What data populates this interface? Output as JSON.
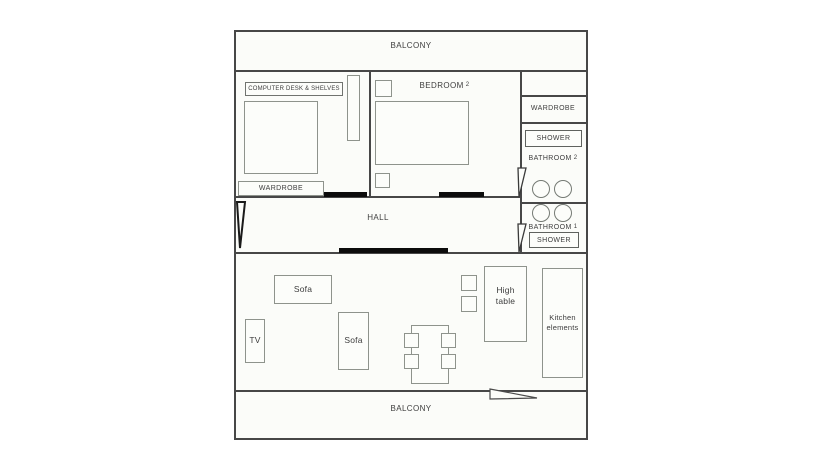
{
  "plan_title": "apartment floor plan",
  "colors": {
    "wall": "#474747",
    "furniture_outline": "#8e938c",
    "door_opening": "#0c0c0c",
    "text": "#3d3d3d",
    "background": "#fbfcf9"
  },
  "rooms": {
    "balcony_top": {
      "label": "BALCONY"
    },
    "balcony_bottom": {
      "label": "BALCONY"
    },
    "hall": {
      "label": "HALL"
    },
    "bedroom2": {
      "label": "BEDROOM",
      "number": "2"
    },
    "bathroom2": {
      "label": "BATHROOM",
      "number": "2"
    },
    "bathroom1": {
      "label": "BATHROOM",
      "number": "1"
    }
  },
  "fixtures": {
    "computer_desk": {
      "label": "COMPUTER DESK & SHELVES"
    },
    "wardrobe_bedroom1": {
      "label": "WARDROBE"
    },
    "wardrobe_hall": {
      "label": "WARDROBE"
    },
    "shower_bathroom2": {
      "label": "SHOWER"
    },
    "shower_bathroom1": {
      "label": "SHOWER"
    },
    "sofa_large": {
      "label": "Sofa"
    },
    "sofa_small": {
      "label": "Sofa"
    },
    "tv": {
      "label": "TV"
    },
    "high_table": {
      "label": "High table"
    },
    "kitchen": {
      "label": "Kitchen elements"
    }
  }
}
